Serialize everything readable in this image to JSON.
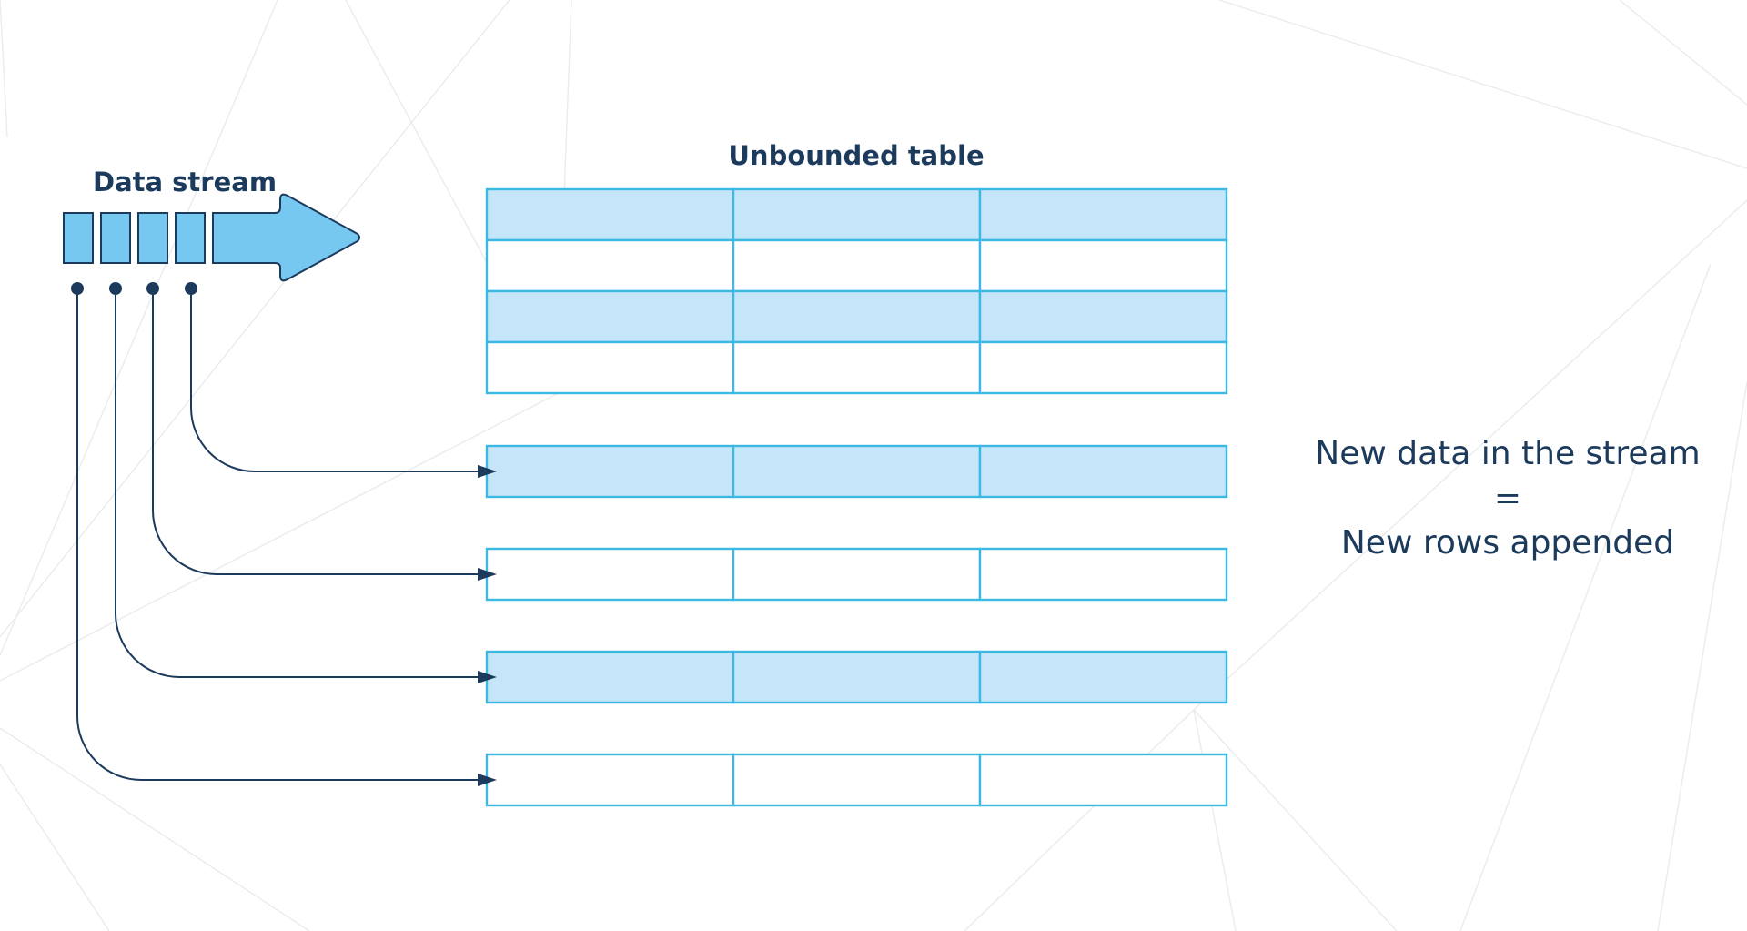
{
  "diagram": {
    "stream_label": "Data stream",
    "table_label": "Unbounded table",
    "note_lines": [
      "New data in the stream",
      "=",
      "New rows appended"
    ],
    "colors": {
      "text": "#1b3a5c",
      "cell_fill": "#c5e5f8",
      "cell_border": "#3db8e3",
      "packet_fill": "#77c8f0",
      "background_lines": "#e9ebee"
    },
    "table": {
      "columns": 3,
      "existing_rows": [
        {
          "style": "filled"
        },
        {
          "style": "empty"
        },
        {
          "style": "filled"
        },
        {
          "style": "empty"
        }
      ],
      "appended_rows": [
        {
          "style": "filled"
        },
        {
          "style": "empty"
        },
        {
          "style": "filled"
        },
        {
          "style": "empty"
        }
      ]
    },
    "stream_packets": 4
  }
}
